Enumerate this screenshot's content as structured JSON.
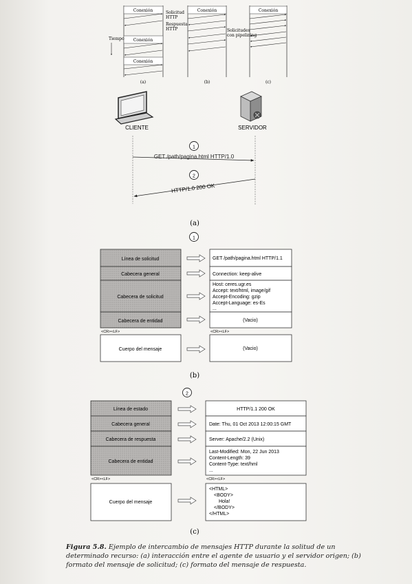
{
  "top_diagrams": {
    "conexion": "Conexión",
    "solicitud_http": [
      "Solicitud",
      "HTTP"
    ],
    "respuesta_http": [
      "Respuesta",
      "HTTP"
    ],
    "tiempo": "Tiempo",
    "solicitudes_pipelining": [
      "Solicitudes",
      "con pipelining"
    ],
    "labels": [
      "(a)",
      "(b)",
      "(c)"
    ]
  },
  "part_a": {
    "cliente": "CLIENTE",
    "servidor": "SERVIDOR",
    "step1": "1",
    "step2": "2",
    "request": "GET /path/pagina.html HTTP/1.0",
    "response": "HTTP/1.0 200 OK",
    "label": "(a)"
  },
  "part_b": {
    "step": "1",
    "rows": [
      {
        "left": "Línea de solicitud",
        "right": [
          "GET /path/pagina.html HTTP/1.1"
        ]
      },
      {
        "left": "Cabecera general",
        "right": [
          "Connection: keep-alive"
        ]
      },
      {
        "left": "Cabecera de solicitud",
        "right": [
          "Host: ceres.ugr.es",
          "Accept: text/html, image/gif",
          "Accept-Encoding: gzip",
          "Accept-Language: es-Es",
          "..."
        ]
      },
      {
        "left": "Cabecera de entidad",
        "right": [
          "(Vacio)"
        ]
      }
    ],
    "crlf": "<CR><LF>",
    "body_left": "Cuerpo del mensaje",
    "body_right": "(Vacio)",
    "label": "(b)"
  },
  "part_c": {
    "step": "2",
    "rows": [
      {
        "left": "Línea de estado",
        "right": [
          "HTTP/1.1 200 OK"
        ]
      },
      {
        "left": "Cabecera general",
        "right": [
          "Date: Thu, 01 Oct 2013 12:00:15 GMT"
        ]
      },
      {
        "left": "Cabecera de respuesta",
        "right": [
          "Server: Apache/2.2 (Unix)"
        ]
      },
      {
        "left": "Cabecera de entidad",
        "right": [
          "Last-Modified: Mon, 22 Jun 2013",
          "Content-Length: 39",
          "Content-Type: text/hml",
          "..."
        ]
      }
    ],
    "crlf": "<CR><LF>",
    "body_left": "Cuerpo del mensaje",
    "body_right": [
      "<HTML>",
      "<BODY>",
      "Hola!",
      "</BODY>",
      "</HTML>"
    ],
    "label": "(c)"
  },
  "caption": {
    "figure": "Figura 5.8.",
    "text": "Ejemplo de intercambio de mensajes HTTP durante la solitud de un determinado recurso: (a) interacción entre el agente de usuario y el servidor origen; (b) formato del mensaje de solicitud; (c) formato del mensaje de respuesta."
  }
}
